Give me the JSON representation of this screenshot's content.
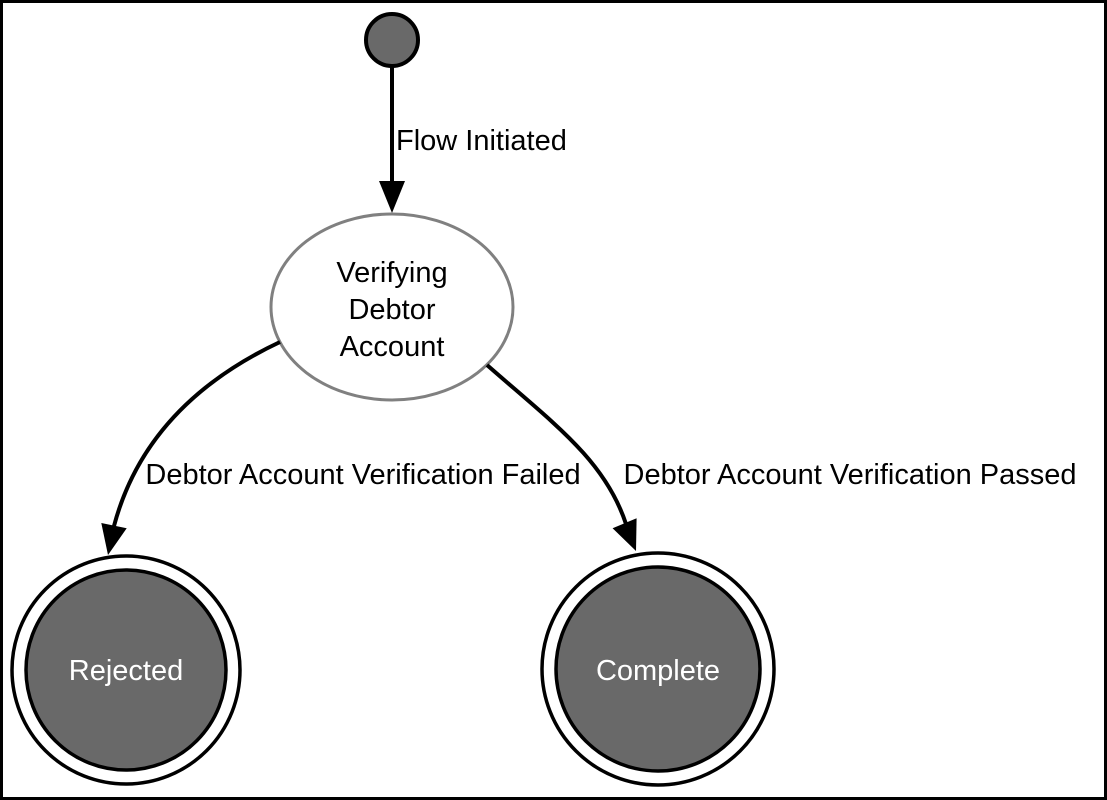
{
  "diagram": {
    "type": "state-machine",
    "colors": {
      "background": "#ffffff",
      "border": "#000000",
      "node_fill": "#696969",
      "node_stroke": "#000000",
      "state_stroke": "#808080",
      "state_fill": "#ffffff",
      "edge": "#000000",
      "label_text": "#000000",
      "final_label_text": "#ffffff"
    },
    "states": {
      "verifying": {
        "label": "Verifying Debtor Account",
        "lines": [
          "Verifying",
          "Debtor",
          "Account"
        ],
        "kind": "state"
      },
      "rejected": {
        "label": "Rejected",
        "kind": "final"
      },
      "complete": {
        "label": "Complete",
        "kind": "final"
      }
    },
    "transitions": [
      {
        "from": "start",
        "to": "verifying",
        "label": "Flow Initiated"
      },
      {
        "from": "verifying",
        "to": "rejected",
        "label": "Debtor Account Verification Failed"
      },
      {
        "from": "verifying",
        "to": "complete",
        "label": "Debtor Account Verification Passed"
      }
    ]
  }
}
